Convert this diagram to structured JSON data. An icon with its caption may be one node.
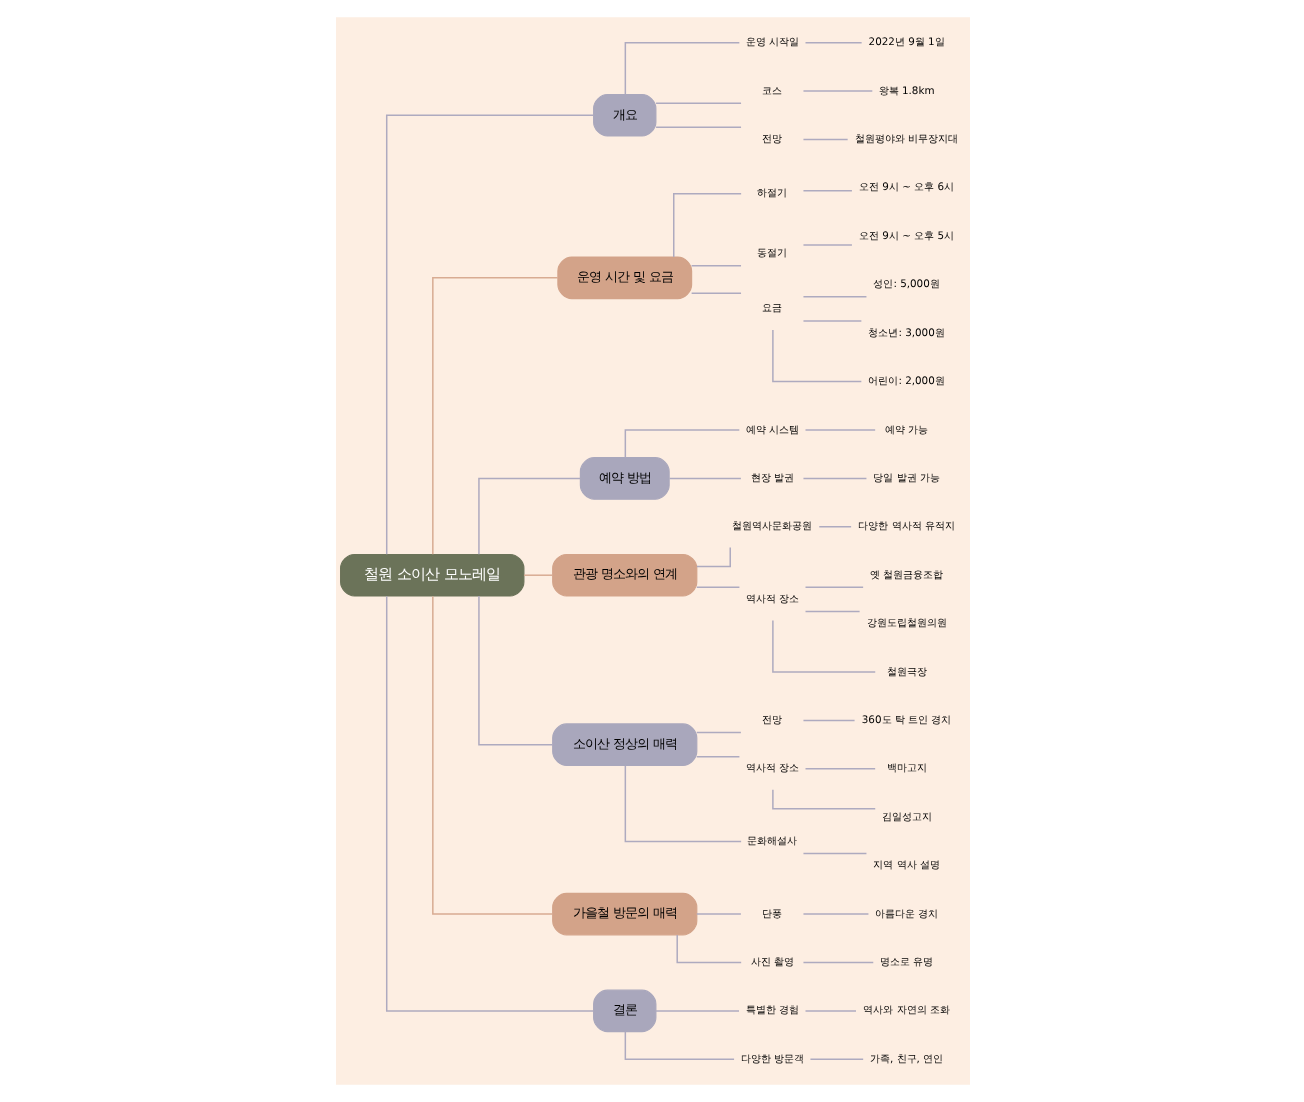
{
  "diagram": {
    "nodes": [
      {
        "text": [
          "철원 소이산 모노레일"
        ]
      },
      {
        "text": [
          "개요"
        ]
      },
      {
        "text": [
          "운영 시작일"
        ]
      },
      {
        "text": [
          "2022년 9월 1일"
        ]
      },
      {
        "text": [
          "코스"
        ]
      },
      {
        "text": [
          "왕복 1.8km"
        ]
      },
      {
        "text": [
          "전망"
        ]
      },
      {
        "text": [
          "철원평야와 비무장지대"
        ]
      },
      {
        "text": [
          "운영 시간 및 요금"
        ]
      },
      {
        "text": [
          "하절기"
        ]
      },
      {
        "text": [
          "오전 9시 ~ 오후 6시"
        ]
      },
      {
        "text": [
          "동절기"
        ]
      },
      {
        "text": [
          "오전 9시 ~ 오후 5시"
        ]
      },
      {
        "text": [
          "요금"
        ]
      },
      {
        "text": [
          "성인: 5,000원"
        ]
      },
      {
        "text": [
          "청소년: 3,000원"
        ]
      },
      {
        "text": [
          "어린이: 2,000원"
        ]
      },
      {
        "text": [
          "예약 방법"
        ]
      },
      {
        "text": [
          "예약 시스템"
        ]
      },
      {
        "text": [
          "예약 가능"
        ]
      },
      {
        "text": [
          "현장 발권"
        ]
      },
      {
        "text": [
          "당일 발권 가능"
        ]
      },
      {
        "text": [
          "관광 명소와의 연계"
        ]
      },
      {
        "text": [
          "철원역사문화공원"
        ]
      },
      {
        "text": [
          "다양한 역사적 유적지"
        ]
      },
      {
        "text": [
          "역사적 장소"
        ]
      },
      {
        "text": [
          "옛 철원금융조합"
        ]
      },
      {
        "text": [
          "강원도립철원의원"
        ]
      },
      {
        "text": [
          "철원극장"
        ]
      },
      {
        "text": [
          "소이산 정상의 매력"
        ]
      },
      {
        "text": [
          "전망"
        ]
      },
      {
        "text": [
          "360도 탁 트인 경치"
        ]
      },
      {
        "text": [
          "역사적 장소"
        ]
      },
      {
        "text": [
          "백마고지"
        ]
      },
      {
        "text": [
          "김일성고지"
        ]
      },
      {
        "text": [
          "문화해설사"
        ]
      },
      {
        "text": [
          "지역 역사 설명"
        ]
      },
      {
        "text": [
          "가을철 방문의 매력"
        ]
      },
      {
        "text": [
          "단풍"
        ]
      },
      {
        "text": [
          "아름다운 경치"
        ]
      },
      {
        "text": [
          "사진 촬영"
        ]
      },
      {
        "text": [
          "명소로 유명"
        ]
      },
      {
        "text": [
          "결론"
        ]
      },
      {
        "text": [
          "특별한 경험"
        ]
      },
      {
        "text": [
          "역사와 자연의 조화"
        ]
      },
      {
        "text": [
          "다양한 방문객"
        ]
      },
      {
        "text": [
          "가족, 친구, 연인"
        ]
      }
    ],
    "edges": [
      {
        "from": 0,
        "to": 1,
        "arrow": "none"
      },
      {
        "from": 1,
        "to": 2,
        "arrow": "none"
      },
      {
        "from": 2,
        "to": 3,
        "arrow": "none"
      },
      {
        "from": 1,
        "to": 4,
        "arrow": "none"
      },
      {
        "from": 4,
        "to": 5,
        "arrow": "none"
      },
      {
        "from": 1,
        "to": 6,
        "arrow": "none"
      },
      {
        "from": 6,
        "to": 7,
        "arrow": "none"
      },
      {
        "from": 0,
        "to": 8,
        "arrow": "none",
        "color": "#d8ab92"
      },
      {
        "from": 8,
        "to": 9,
        "arrow": "none"
      },
      {
        "from": 9,
        "to": 10,
        "arrow": "none"
      },
      {
        "from": 8,
        "to": 11,
        "arrow": "none"
      },
      {
        "from": 11,
        "to": 12,
        "arrow": "none"
      },
      {
        "from": 8,
        "to": 13,
        "arrow": "none"
      },
      {
        "from": 13,
        "to": 14,
        "arrow": "none"
      },
      {
        "from": 13,
        "to": 15,
        "arrow": "none"
      },
      {
        "from": 13,
        "to": 16,
        "arrow": "none"
      },
      {
        "from": 0,
        "to": 17,
        "arrow": "none"
      },
      {
        "from": 17,
        "to": 18,
        "arrow": "none"
      },
      {
        "from": 18,
        "to": 19,
        "arrow": "none"
      },
      {
        "from": 17,
        "to": 20,
        "arrow": "none"
      },
      {
        "from": 20,
        "to": 21,
        "arrow": "none"
      },
      {
        "from": 0,
        "to": 22,
        "arrow": "none",
        "color": "#d8ab92"
      },
      {
        "from": 22,
        "to": 23,
        "arrow": "none"
      },
      {
        "from": 23,
        "to": 24,
        "arrow": "none"
      },
      {
        "from": 22,
        "to": 25,
        "arrow": "none"
      },
      {
        "from": 25,
        "to": 26,
        "arrow": "none"
      },
      {
        "from": 25,
        "to": 27,
        "arrow": "none"
      },
      {
        "from": 25,
        "to": 28,
        "arrow": "none"
      },
      {
        "from": 0,
        "to": 29,
        "arrow": "none"
      },
      {
        "from": 29,
        "to": 30,
        "arrow": "none"
      },
      {
        "from": 30,
        "to": 31,
        "arrow": "none"
      },
      {
        "from": 29,
        "to": 32,
        "arrow": "none"
      },
      {
        "from": 32,
        "to": 33,
        "arrow": "none"
      },
      {
        "from": 32,
        "to": 34,
        "arrow": "none"
      },
      {
        "from": 29,
        "to": 35,
        "arrow": "none"
      },
      {
        "from": 35,
        "to": 36,
        "arrow": "none"
      },
      {
        "from": 0,
        "to": 37,
        "arrow": "none",
        "color": "#d8ab92"
      },
      {
        "from": 37,
        "to": 38,
        "arrow": "none"
      },
      {
        "from": 38,
        "to": 39,
        "arrow": "none"
      },
      {
        "from": 37,
        "to": 40,
        "arrow": "none"
      },
      {
        "from": 40,
        "to": 41,
        "arrow": "none"
      },
      {
        "from": 0,
        "to": 42,
        "arrow": "none"
      },
      {
        "from": 42,
        "to": 43,
        "arrow": "none"
      },
      {
        "from": 43,
        "to": 44,
        "arrow": "none"
      },
      {
        "from": 42,
        "to": 45,
        "arrow": "none"
      },
      {
        "from": 45,
        "to": 46,
        "arrow": "none"
      }
    ]
  }
}
